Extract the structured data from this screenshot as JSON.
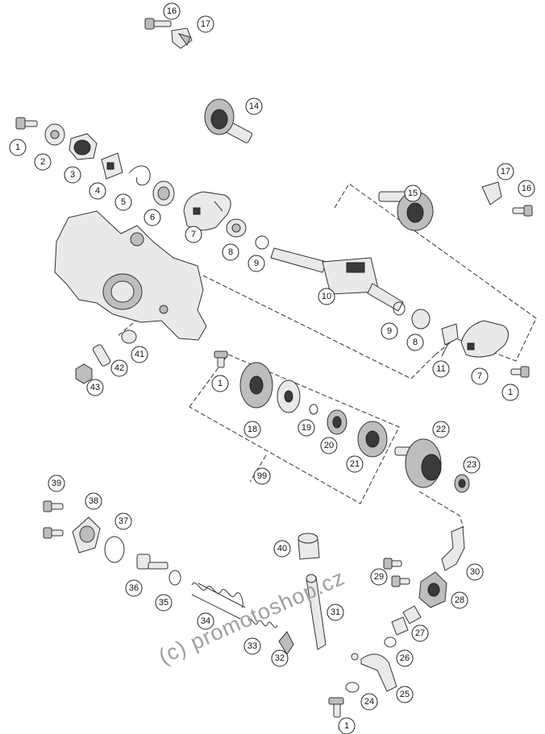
{
  "callouts": [
    {
      "id": "c16a",
      "label": "16"
    },
    {
      "id": "c17a",
      "label": "17"
    },
    {
      "id": "c14",
      "label": "14"
    },
    {
      "id": "c1a",
      "label": "1"
    },
    {
      "id": "c2",
      "label": "2"
    },
    {
      "id": "c3",
      "label": "3"
    },
    {
      "id": "c4",
      "label": "4"
    },
    {
      "id": "c5",
      "label": "5"
    },
    {
      "id": "c6",
      "label": "6"
    },
    {
      "id": "c7a",
      "label": "7"
    },
    {
      "id": "c8a",
      "label": "8"
    },
    {
      "id": "c9a",
      "label": "9"
    },
    {
      "id": "c15",
      "label": "15"
    },
    {
      "id": "c17b",
      "label": "17"
    },
    {
      "id": "c16b",
      "label": "16"
    },
    {
      "id": "c10",
      "label": "10"
    },
    {
      "id": "c9b",
      "label": "9"
    },
    {
      "id": "c8b",
      "label": "8"
    },
    {
      "id": "c11",
      "label": "11"
    },
    {
      "id": "c7b",
      "label": "7"
    },
    {
      "id": "c1b",
      "label": "1"
    },
    {
      "id": "c41",
      "label": "41"
    },
    {
      "id": "c42",
      "label": "42"
    },
    {
      "id": "c43",
      "label": "43"
    },
    {
      "id": "c1c",
      "label": "1"
    },
    {
      "id": "c18",
      "label": "18"
    },
    {
      "id": "c19",
      "label": "19"
    },
    {
      "id": "c20",
      "label": "20"
    },
    {
      "id": "c21",
      "label": "21"
    },
    {
      "id": "c99",
      "label": "99"
    },
    {
      "id": "c22",
      "label": "22"
    },
    {
      "id": "c23",
      "label": "23"
    },
    {
      "id": "c39",
      "label": "39"
    },
    {
      "id": "c38",
      "label": "38"
    },
    {
      "id": "c37",
      "label": "37"
    },
    {
      "id": "c36",
      "label": "36"
    },
    {
      "id": "c35",
      "label": "35"
    },
    {
      "id": "c34",
      "label": "34"
    },
    {
      "id": "c33",
      "label": "33"
    },
    {
      "id": "c32",
      "label": "32"
    },
    {
      "id": "c31",
      "label": "31"
    },
    {
      "id": "c40",
      "label": "40"
    },
    {
      "id": "c30",
      "label": "30"
    },
    {
      "id": "c29",
      "label": "29"
    },
    {
      "id": "c28",
      "label": "28"
    },
    {
      "id": "c27",
      "label": "27"
    },
    {
      "id": "c26",
      "label": "26"
    },
    {
      "id": "c25",
      "label": "25"
    },
    {
      "id": "c24",
      "label": "24"
    },
    {
      "id": "c1d",
      "label": "1"
    }
  ],
  "watermark": "(c) promotoshop.cz"
}
